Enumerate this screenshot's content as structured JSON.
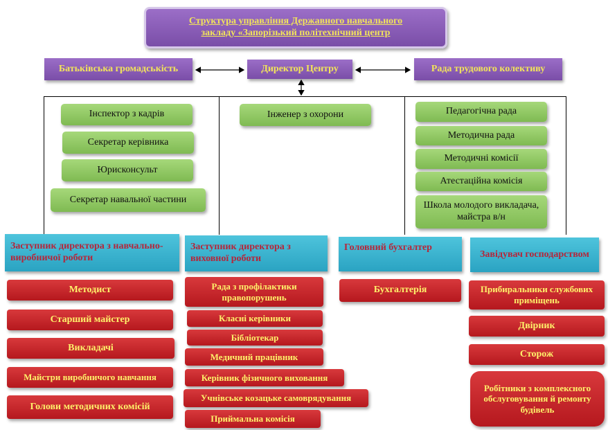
{
  "title": {
    "line1": "Структура управління Державного навчального",
    "line2": "закладу «Запорізький політехнічний центр"
  },
  "top_row": {
    "left": "Батьківська громадськість",
    "center": "Директор Центру",
    "right": "Рада трудового колективу"
  },
  "left_staff": [
    "Інспектор з кадрів",
    "Секретар керівника",
    "Юрисконсульт",
    "Секретар навальної частини"
  ],
  "center_staff": [
    "Інженер з охорони"
  ],
  "right_councils": [
    "Педагогічна рада",
    "Методична рада",
    "Методичні комісії",
    "Атестаційна комісія",
    "Школа молодого викладача, майстра в/н"
  ],
  "deputies": [
    {
      "title": "Заступник директора з навчально-виробничої роботи",
      "units": [
        "Методист",
        "Старший майстер",
        "Викладачі",
        "Майстри виробничого навчання",
        "Голови методичних комісій"
      ]
    },
    {
      "title": "Заступник директора з виховної роботи",
      "units": [
        "Рада з профілактики правопорушень",
        "Класні керівники",
        "Бібліотекар",
        "Медичний працівник",
        "Керівник фізичного виховання",
        "Учнівське козацьке самоврядування",
        "Приймальна комісія"
      ]
    },
    {
      "title": "Головний бухгалтер",
      "units": [
        "Бухгалтерія"
      ]
    },
    {
      "title": "Завідувач господарством",
      "units": [
        "Прибиральники службових приміщень",
        "Двірник",
        "Сторож",
        "Робітники з комплексного обслуговування й ремонту будівель"
      ]
    }
  ]
}
